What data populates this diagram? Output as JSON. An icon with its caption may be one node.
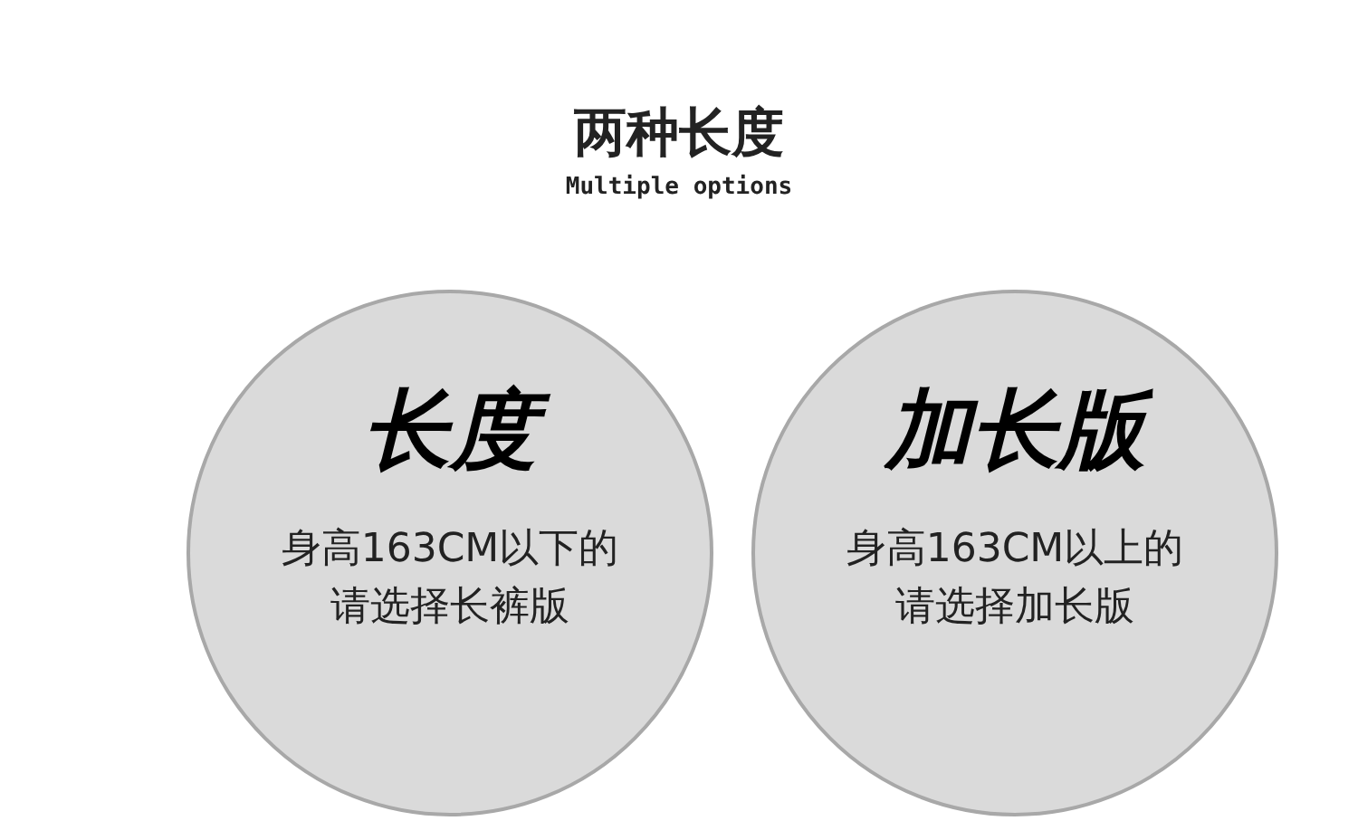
{
  "diagram": {
    "title": "两种长度",
    "nodes": [
      {
        "text": [
          "长度",
          "身高163CM以下的请选择长裤版"
        ]
      },
      {
        "text": [
          "加长版",
          "身高163CM以上的请选择加长版"
        ]
      }
    ],
    "labels": [
      "Multiple options"
    ]
  }
}
